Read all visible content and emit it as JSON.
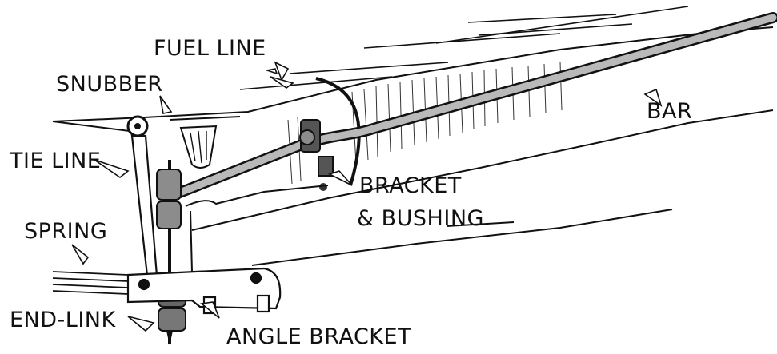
{
  "labels": {
    "fuel_line": "FUEL LINE",
    "snubber": "SNUBBER",
    "tie_line": "TIE LINE",
    "spring": "SPRING",
    "end_link": "END-LINK",
    "bar": "BAR",
    "bracket": "BRACKET",
    "bushing": "& BUSHING",
    "angle_bracket": "ANGLE BRACKET"
  },
  "colors": {
    "ink": "#111111",
    "bar_fill": "#b9b9b9",
    "bushing_fill": "#8c8c8c",
    "background": "#ffffff"
  }
}
